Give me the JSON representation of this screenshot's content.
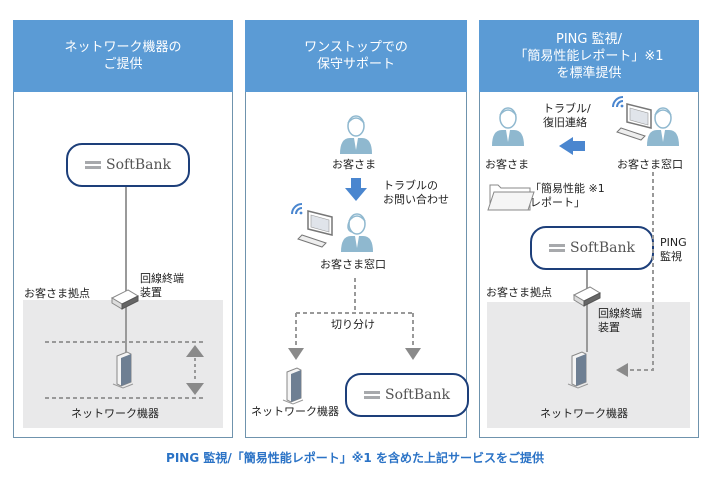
{
  "panels": [
    {
      "title": "ネットワーク機器の\nご提供",
      "softbank": "SoftBank",
      "site_label": "お客さま拠点",
      "ont_label": "回線終端\n装置",
      "device_label": "ネットワーク機器"
    },
    {
      "title": "ワンストップでの\n保守サポート",
      "customer_label": "お客さま",
      "inquiry_label": "トラブルの\nお問い合わせ",
      "desk_label": "お客さま窓口",
      "isolate_label": "切り分け",
      "device_label": "ネットワーク機器",
      "softbank": "SoftBank"
    },
    {
      "title": "PING 監視/\n「簡易性能レポート」※1\nを標準提供",
      "notify_label": "トラブル/\n復旧連絡",
      "customer_label": "お客さま",
      "desk_label": "お客さま窓口",
      "report_label": "「簡易性能 ※1\nレポート」",
      "softbank": "SoftBank",
      "ping_label": "PING\n監視",
      "site_label": "お客さま拠点",
      "ont_label": "回線終端\n装置",
      "device_label": "ネットワーク機器"
    }
  ],
  "footer": "PING 監視/「簡易性能レポート」※1 を含めた上記サービスをご提供",
  "colors": {
    "header_blue": "#5b9bd5",
    "softbank_border": "#1d3f7a",
    "arrow_blue": "#4a86cf",
    "footer_blue": "#2b73c6",
    "person": "#8fb8cf"
  }
}
